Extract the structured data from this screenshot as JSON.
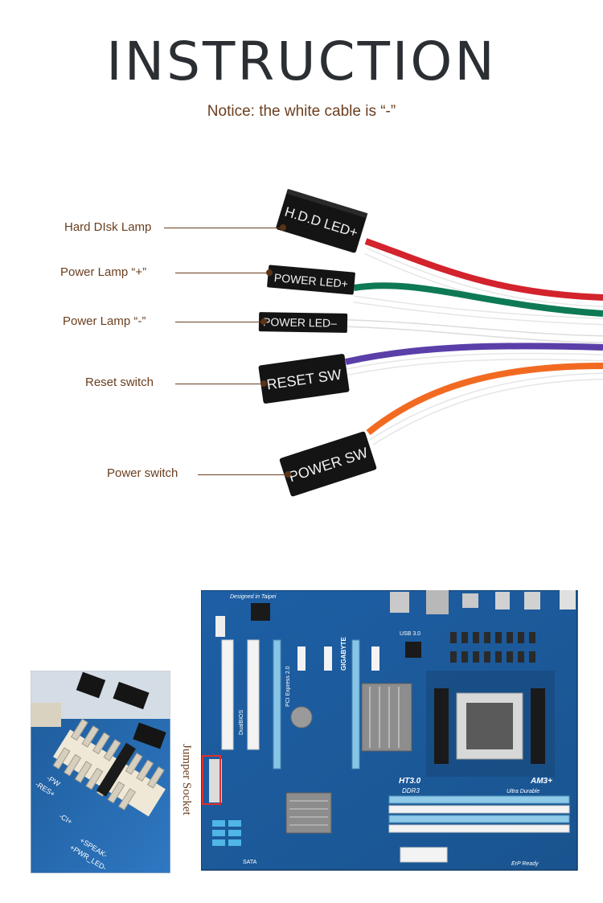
{
  "header": {
    "title": "INSTRUCTION",
    "notice": "Notice: the white cable is “-”"
  },
  "callouts": {
    "hdd": "Hard DIsk Lamp",
    "power_plus": "Power Lamp  “+”",
    "power_minus": "Power Lamp  “-”",
    "reset": "Reset switch",
    "power_sw": "Power switch"
  },
  "connectors": {
    "hdd": "H.D.D LED+",
    "power_plus": "POWER LED+",
    "power_minus": "POWER LED–",
    "reset": "RESET SW",
    "power_sw": "POWER SW"
  },
  "motherboard": {
    "jumper_label": "Jumper Socket",
    "designed": "Designed in Taipei",
    "brand": "GIGABYTE",
    "bus": "PCI Express 2.0",
    "bios": "DualBIOS",
    "ht": "HT3.0",
    "socket": "AM3+",
    "ddr": "DDR3",
    "ultra": "Ultra Durable",
    "erp": "ErP Ready",
    "usb": "USB 3.0",
    "sata": "SATA"
  },
  "zoom_inset": {
    "pins": [
      "-PW",
      "-RES+",
      "-CI+",
      "+SPEAK-",
      "+PWR_LED-"
    ]
  },
  "colors": {
    "title": "#2b2f33",
    "label": "#6a3e1f",
    "wire_red": "#d3232d",
    "wire_green": "#0d7a55",
    "wire_purple": "#5a3fa8",
    "wire_orange": "#f26a21",
    "wire_white": "#ffffff",
    "connector": "#141414",
    "pcb": "#1f63a8"
  }
}
